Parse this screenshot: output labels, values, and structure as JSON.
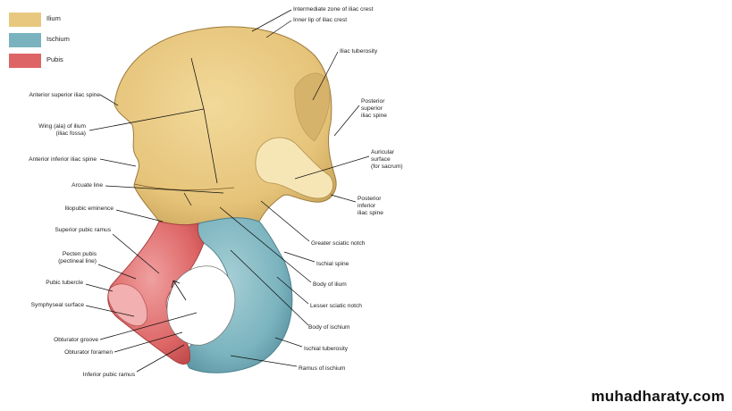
{
  "legend": [
    {
      "label": "Ilium",
      "color": "#E8C87E"
    },
    {
      "label": "Ischium",
      "color": "#7AB3BE"
    },
    {
      "label": "Pubis",
      "color": "#DD6565"
    }
  ],
  "labels": {
    "intermediate_zone": "Intermediate zone of iliac crest",
    "inner_lip": "Inner lip of iliac crest",
    "iliac_tuberosity": "Iliac tuberosity",
    "psis_1": "Posterior",
    "psis_2": "superior",
    "psis_3": "iliac spine",
    "auricular_1": "Auricular",
    "auricular_2": "surface",
    "auricular_3": "(for sacrum)",
    "piis_1": "Posterior",
    "piis_2": "inferior",
    "piis_3": "iliac spine",
    "greater_sciatic": "Greater sciatic notch",
    "ischial_spine": "Ischial spine",
    "body_ilium": "Body of ilium",
    "lesser_sciatic": "Lesser sciatic notch",
    "body_ischium": "Body of ischium",
    "ischial_tuberosity": "Ischial tuberosity",
    "ramus_ischium": "Ramus of ischium",
    "asis": "Anterior superior iliac spine",
    "wing_1": "Wing (ala) of ilium",
    "wing_2": "(iliac fossa)",
    "aiis": "Anterior inferior iliac spine",
    "arcuate": "Arcuate line",
    "iliopubic": "Iliopubic eminence",
    "sup_pubic": "Superior pubic ramus",
    "pecten_1": "Pecten pubis",
    "pecten_2": "(pectineal line)",
    "pubic_tubercle": "Pubic tubercle",
    "symphyseal": "Symphyseal surface",
    "obturator_groove": "Obturator groove",
    "obturator_foramen": "Obturator foramen",
    "inf_pubic": "Inferior pubic ramus"
  },
  "watermark": "muhadharaty.com"
}
